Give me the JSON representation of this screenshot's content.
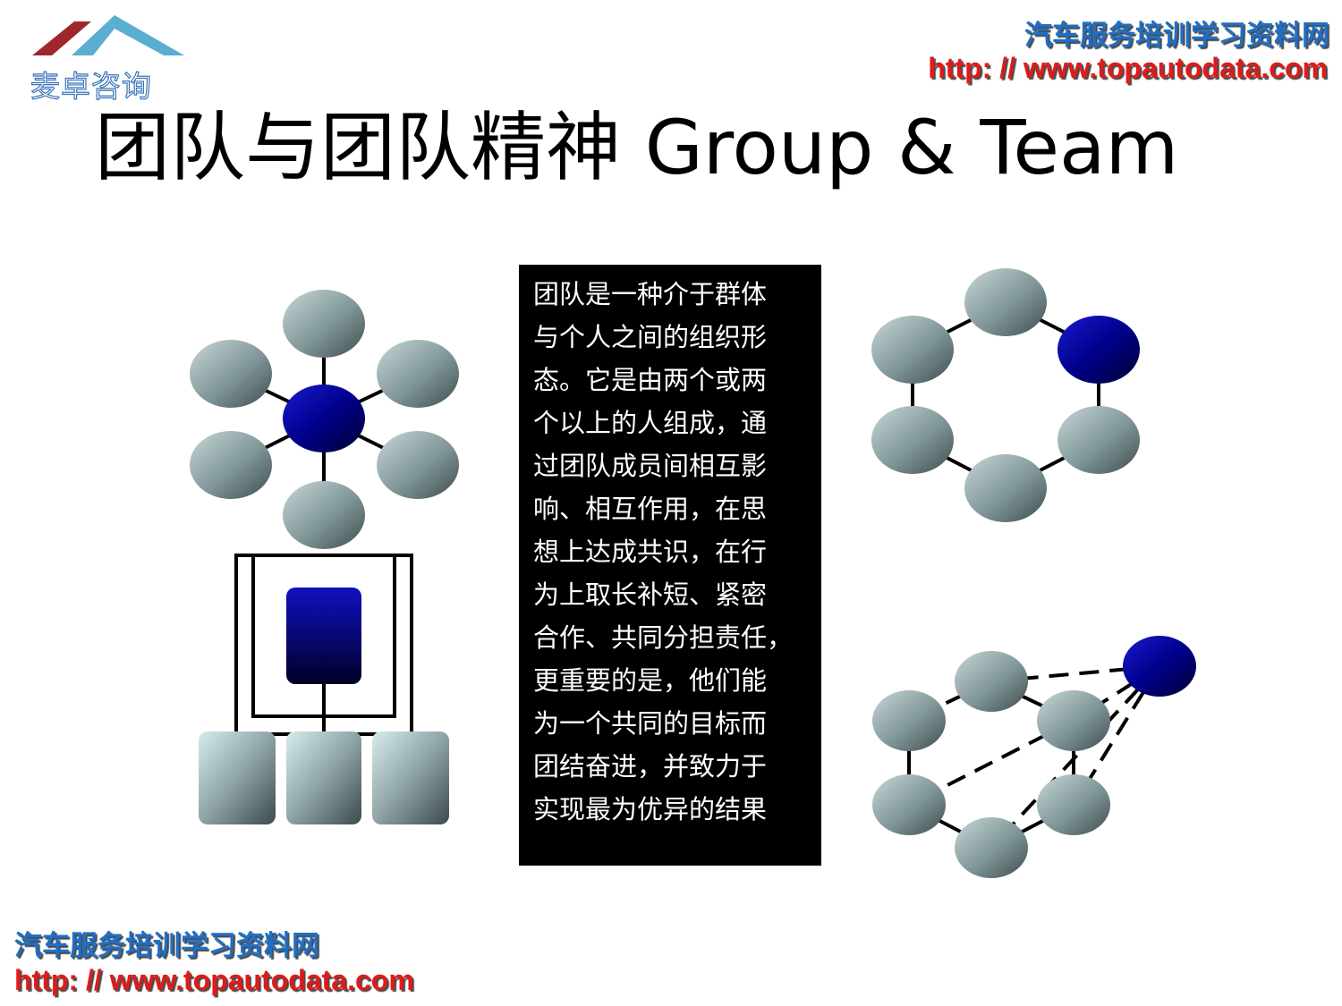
{
  "logo": {
    "text": "麦卓咨询"
  },
  "header": {
    "site_name": "汽车服务培训学习资料网",
    "site_url": "http: // www.topautodata.com"
  },
  "title": "团队与团队精神  Group & Team",
  "description_lines": [
    "团队是一种介于群体",
    "与个人之间的组织形",
    "态。它是由两个或两",
    "个以上的人组成，通",
    "过团队成员间相互影",
    "响、相互作用，在思",
    "想上达成共识，在行",
    "为上取长补短、紧密",
    "合作、共同分担责任，",
    "更重要的是，他们能",
    "为一个共同的目标而",
    "团结奋进，并致力于",
    "实现最为优异的结果"
  ],
  "footer": {
    "site_name": "汽车服务培训学习资料网",
    "site_url": "http: // www.topautodata.com"
  },
  "colors": {
    "node_gray": "#7f9597",
    "node_blue": "#00008b",
    "site_name": "#1f6fc6",
    "site_url": "#e01a1a"
  }
}
